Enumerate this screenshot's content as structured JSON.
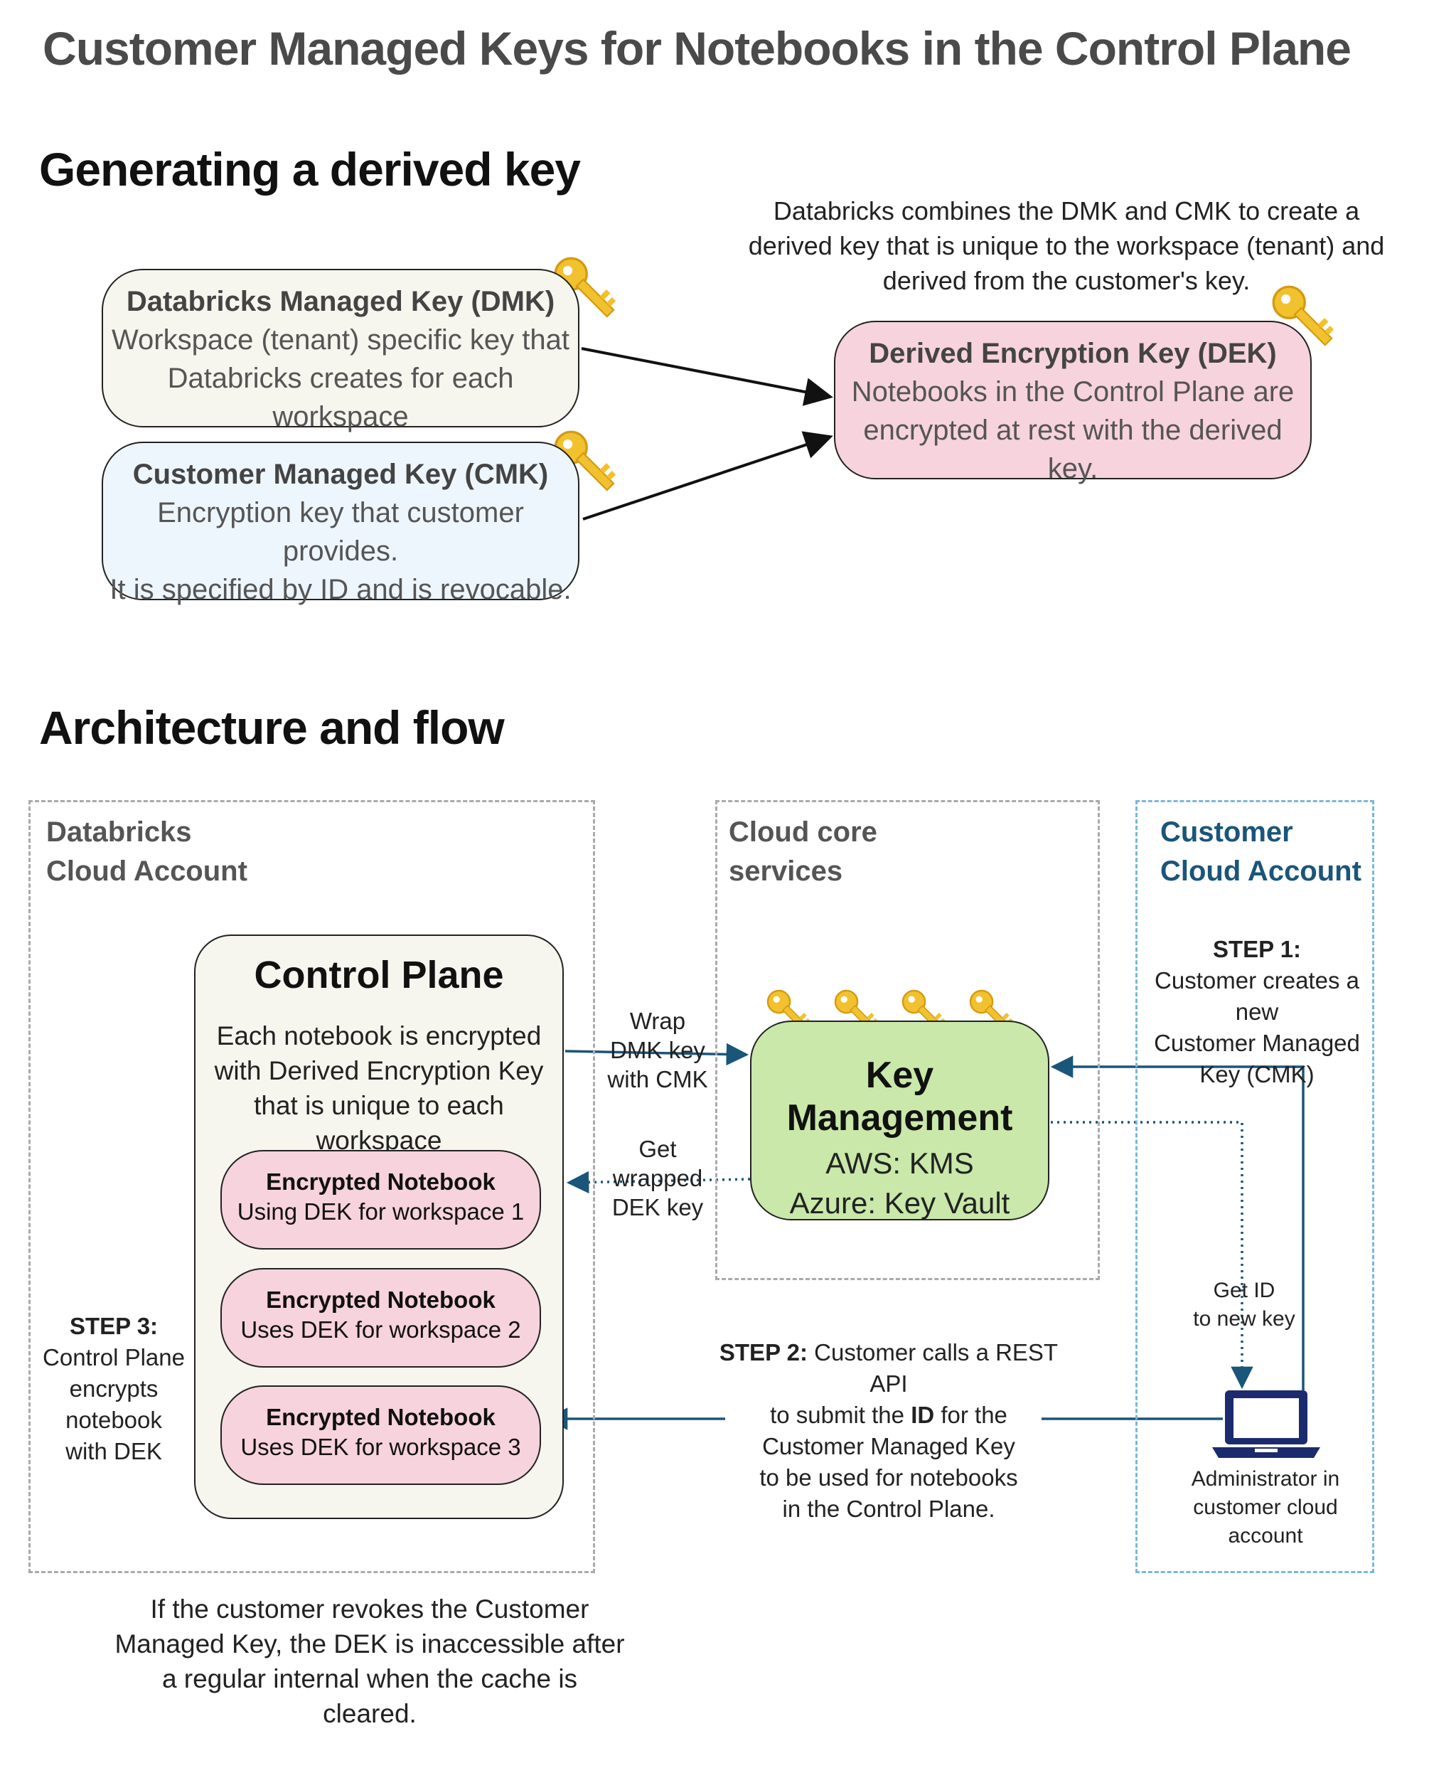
{
  "title": "Customer Managed Keys for Notebooks in the Control Plane",
  "section1": "Generating a derived key",
  "section2": "Architecture and flow",
  "combine_note": "Databricks combines the DMK and CMK to create a derived key that is unique to the workspace (tenant) and derived from the customer's key.",
  "dmk": {
    "title": "Databricks Managed Key (DMK)",
    "line1": "Workspace (tenant) specific key that",
    "line2": "Databricks creates for each workspace"
  },
  "cmk": {
    "title": "Customer Managed Key (CMK)",
    "line1": "Encryption key that customer provides.",
    "line2": "It is specified by ID and is revocable."
  },
  "dek": {
    "title": "Derived Encryption Key (DEK)",
    "line1": "Notebooks in the Control Plane are",
    "line2": "encrypted at rest with the derived key."
  },
  "accounts": {
    "databricks": [
      "Databricks",
      "Cloud Account"
    ],
    "cloud_core": [
      "Cloud core",
      "services"
    ],
    "customer": [
      "Customer",
      "Cloud Account"
    ]
  },
  "control_plane": {
    "title": "Control Plane",
    "desc": "Each notebook is encrypted with Derived Encryption Key that is unique to each workspace"
  },
  "notebooks": [
    {
      "title": "Encrypted Notebook",
      "desc": "Using DEK for workspace 1"
    },
    {
      "title": "Encrypted Notebook",
      "desc": "Uses DEK for workspace 2"
    },
    {
      "title": "Encrypted Notebook",
      "desc": "Uses DEK for workspace 3"
    }
  ],
  "key_management": {
    "title": "Key Management",
    "aws": "AWS: KMS",
    "azure": "Azure: Key Vault"
  },
  "flows": {
    "wrap": [
      "Wrap",
      "DMK key",
      "with CMK"
    ],
    "get": [
      "Get",
      "wrapped",
      "DEK key"
    ],
    "get_id": [
      "Get ID",
      "to new key"
    ]
  },
  "steps": {
    "step1_label": "STEP 1:",
    "step1_text": [
      "Customer creates a new",
      "Customer Managed",
      "Key (CMK)"
    ],
    "step2_label": "STEP 2:",
    "step2_text_a": "Customer calls a REST API",
    "step2_text_b": "to submit the",
    "step2_id": "ID",
    "step2_text_c": "for the",
    "step2_text_d": [
      "Customer Managed Key",
      "to be used for notebooks",
      "in the Control Plane."
    ],
    "step3_label": "STEP 3:",
    "step3_text": [
      "Control Plane",
      "encrypts",
      "notebook",
      "with DEK"
    ]
  },
  "admin_label": [
    "Administrator in",
    "customer cloud",
    "account"
  ],
  "revoke_note": "If the customer revokes the Customer Managed Key, the DEK is inaccessible after a regular internal when the cache is cleared.",
  "colors": {
    "dmk_fill": "#f6f5ee",
    "cmk_fill": "#eef6fd",
    "dek_fill": "#f7d3de",
    "keymgmt_fill": "#c9e8a9",
    "flow_arrow": "#1a557a",
    "key_gold": "#f2c12e",
    "customer_border": "#7ab7da"
  },
  "icons": [
    "key-icon",
    "laptop-icon"
  ]
}
